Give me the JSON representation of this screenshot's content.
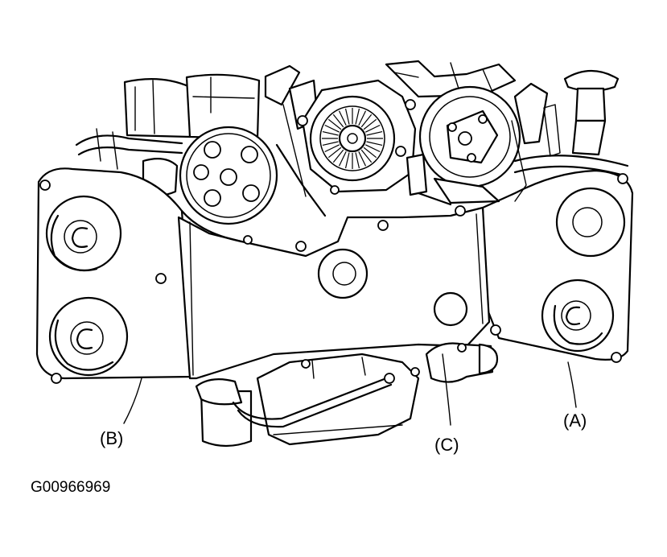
{
  "figure_id": "G00966969",
  "callouts": {
    "a": "(A)",
    "b": "(B)",
    "c": "(C)"
  },
  "colors": {
    "ink": "#000000",
    "paper": "#ffffff"
  }
}
